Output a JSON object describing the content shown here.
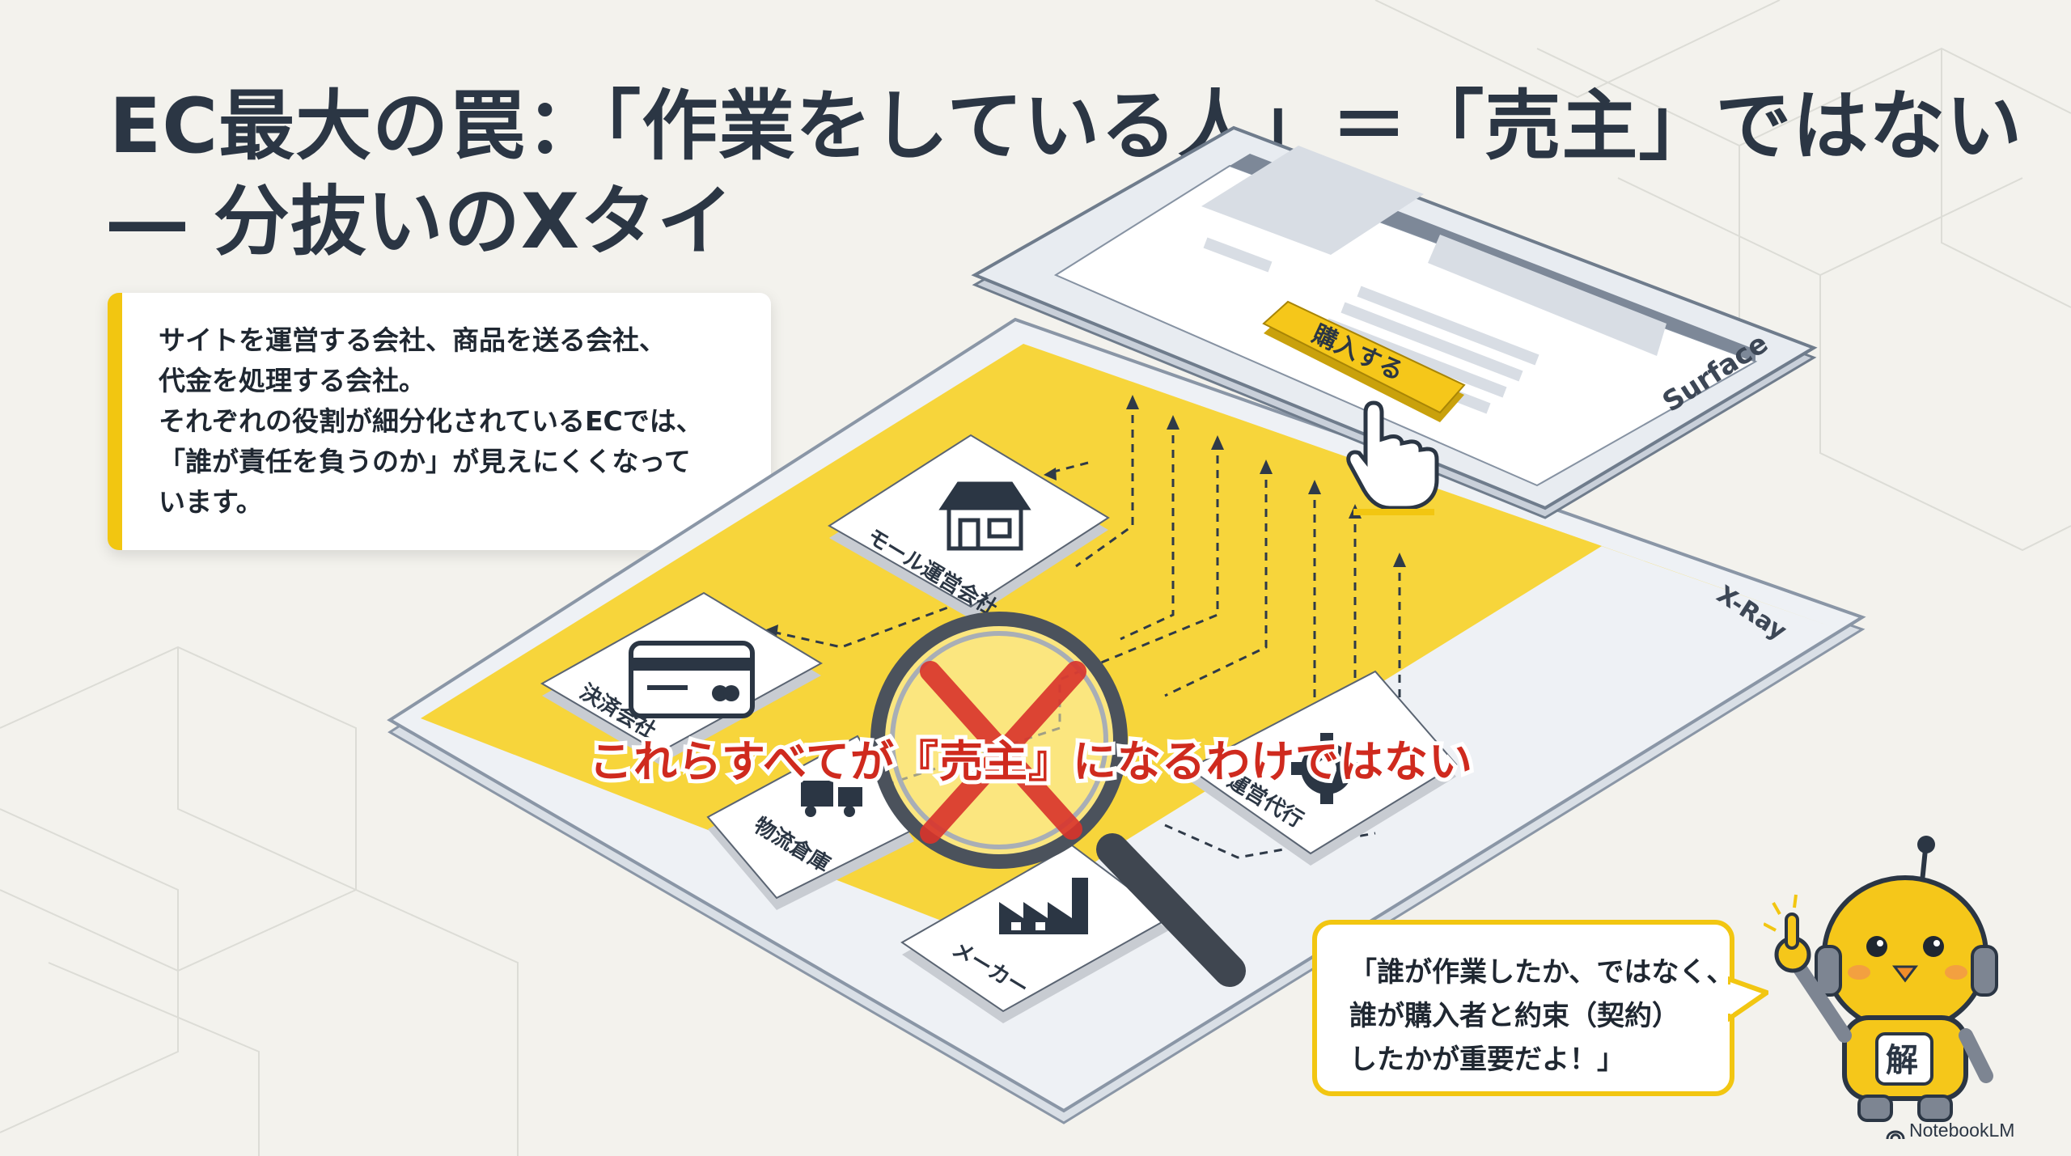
{
  "title": {
    "line1": "EC最大の罠：「作業をしている人」＝「売主」ではない",
    "line2": "― 分抜いのXタイ"
  },
  "callout": {
    "lines": [
      "サイトを運営する会社、商品を送る会社、",
      "代金を処理する会社。",
      "それぞれの役割が細分化されているECでは、",
      "「誰が責任を負うのか」が見えにくくなって",
      "います。"
    ]
  },
  "surface_layer": {
    "label": "Surface",
    "buy_button_label": "購入する"
  },
  "xray_layer": {
    "label": "X-Ray"
  },
  "entities": [
    {
      "label": "モール運営会社",
      "icon": "storefront-icon"
    },
    {
      "label": "決済会社",
      "icon": "credit-card-icon"
    },
    {
      "label": "物流倉庫",
      "icon": "delivery-truck-icon"
    },
    {
      "label": "運営代行",
      "icon": "gear-icon"
    },
    {
      "label": "メーカー",
      "icon": "factory-icon"
    }
  ],
  "warning": "これらすべてが『売主』になるわけではない",
  "bubble": {
    "lines": [
      "「誰が作業したか、ではなく、",
      "誰が購入者と約束（契約）",
      "したかが重要だよ！」"
    ]
  },
  "mascot": {
    "badge": "解"
  },
  "brand": "NotebookLM",
  "colors": {
    "accent_yellow": "#f2c611",
    "cross_red": "#d9332b",
    "warning_text": "#cf2a1e",
    "title_text": "#2b3644"
  }
}
